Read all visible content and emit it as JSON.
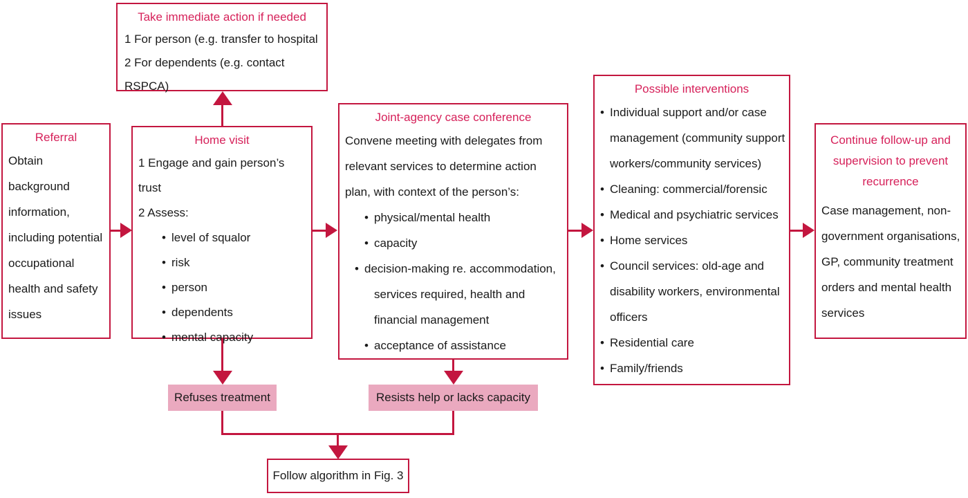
{
  "figure": {
    "type": "flowchart",
    "accent_color": "#c3163f",
    "title_color": "#d6215a",
    "pink_fill": "#eaa9bf",
    "text_color": "#1a1a1a"
  },
  "nodes": {
    "immediate_action": {
      "title": "Take immediate action if needed",
      "lines": [
        "1 For person (e.g. transfer to hospital",
        "2 For dependents (e.g. contact RSPCA)"
      ]
    },
    "referral": {
      "title": "Referral",
      "body": "Obtain background information, including potential occupational health and safety issues"
    },
    "home_visit": {
      "title": "Home visit",
      "line1": "1 Engage and gain person’s trust",
      "line2": "2 Assess:",
      "bullets": [
        "level of squalor",
        "risk",
        "person",
        "dependents",
        "mental capacity"
      ]
    },
    "case_conference": {
      "title": "Joint-agency case conference",
      "intro": "Convene meeting with delegates from relevant services to determine action plan, with context of the person’s:",
      "bullets": [
        "physical/mental health",
        "capacity",
        "decision-making re. accommodation, services required, health and financial management",
        "acceptance of assistance"
      ]
    },
    "interventions": {
      "title": "Possible interventions",
      "bullets": [
        "Individual support and/or case management (community support workers/community services)",
        "Cleaning: commercial/forensic",
        "Medical and psychiatric services",
        "Home services",
        "Council services: old-age and disability workers, environmental officers",
        "Residential care",
        "Family/friends"
      ]
    },
    "follow_up": {
      "title": "Continue follow-up and supervision to prevent recurrence",
      "body": "Case management, non-government organisations, GP, community treatment orders and mental health services"
    },
    "refuses_treatment": {
      "label": "Refuses treatment"
    },
    "resists_help": {
      "label": "Resists help or lacks capacity"
    },
    "follow_algorithm": {
      "label": "Follow algorithm in Fig. 3"
    }
  },
  "connectors": {
    "referral_to_home": "arrow-right",
    "home_to_conference": "arrow-right",
    "conference_to_interventions": "arrow-right",
    "interventions_to_followup": "arrow-right",
    "home_to_immediate_action": "arrow-up",
    "home_to_refuses": "arrow-down",
    "conference_to_resists": "arrow-down",
    "merge_to_follow_algorithm": "arrow-down"
  }
}
